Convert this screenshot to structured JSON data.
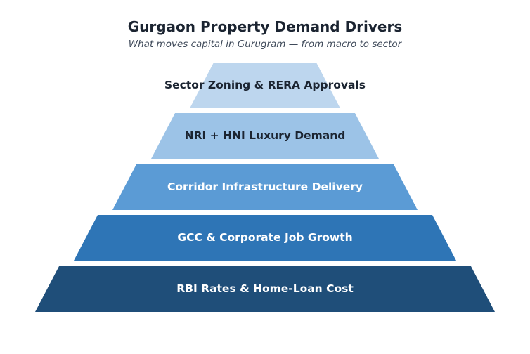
{
  "header": {
    "title": "Gurgaon Property Demand Drivers",
    "subtitle": "What moves capital in Gurugram — from macro to sector"
  },
  "pyramid": {
    "tiers": [
      {
        "label": "Sector Zoning & RERA Approvals",
        "fill": "#bdd6ee",
        "text_color": "#1b2431"
      },
      {
        "label": "NRI + HNI Luxury Demand",
        "fill": "#9cc3e7",
        "text_color": "#1b2431"
      },
      {
        "label": "Corridor Infrastructure Delivery",
        "fill": "#5b9bd5",
        "text_color": "#ffffff"
      },
      {
        "label": "GCC & Corporate Job Growth",
        "fill": "#2e75b6",
        "text_color": "#ffffff"
      },
      {
        "label": "RBI Rates & Home-Loan Cost",
        "fill": "#1f4e79",
        "text_color": "#ffffff"
      }
    ]
  }
}
